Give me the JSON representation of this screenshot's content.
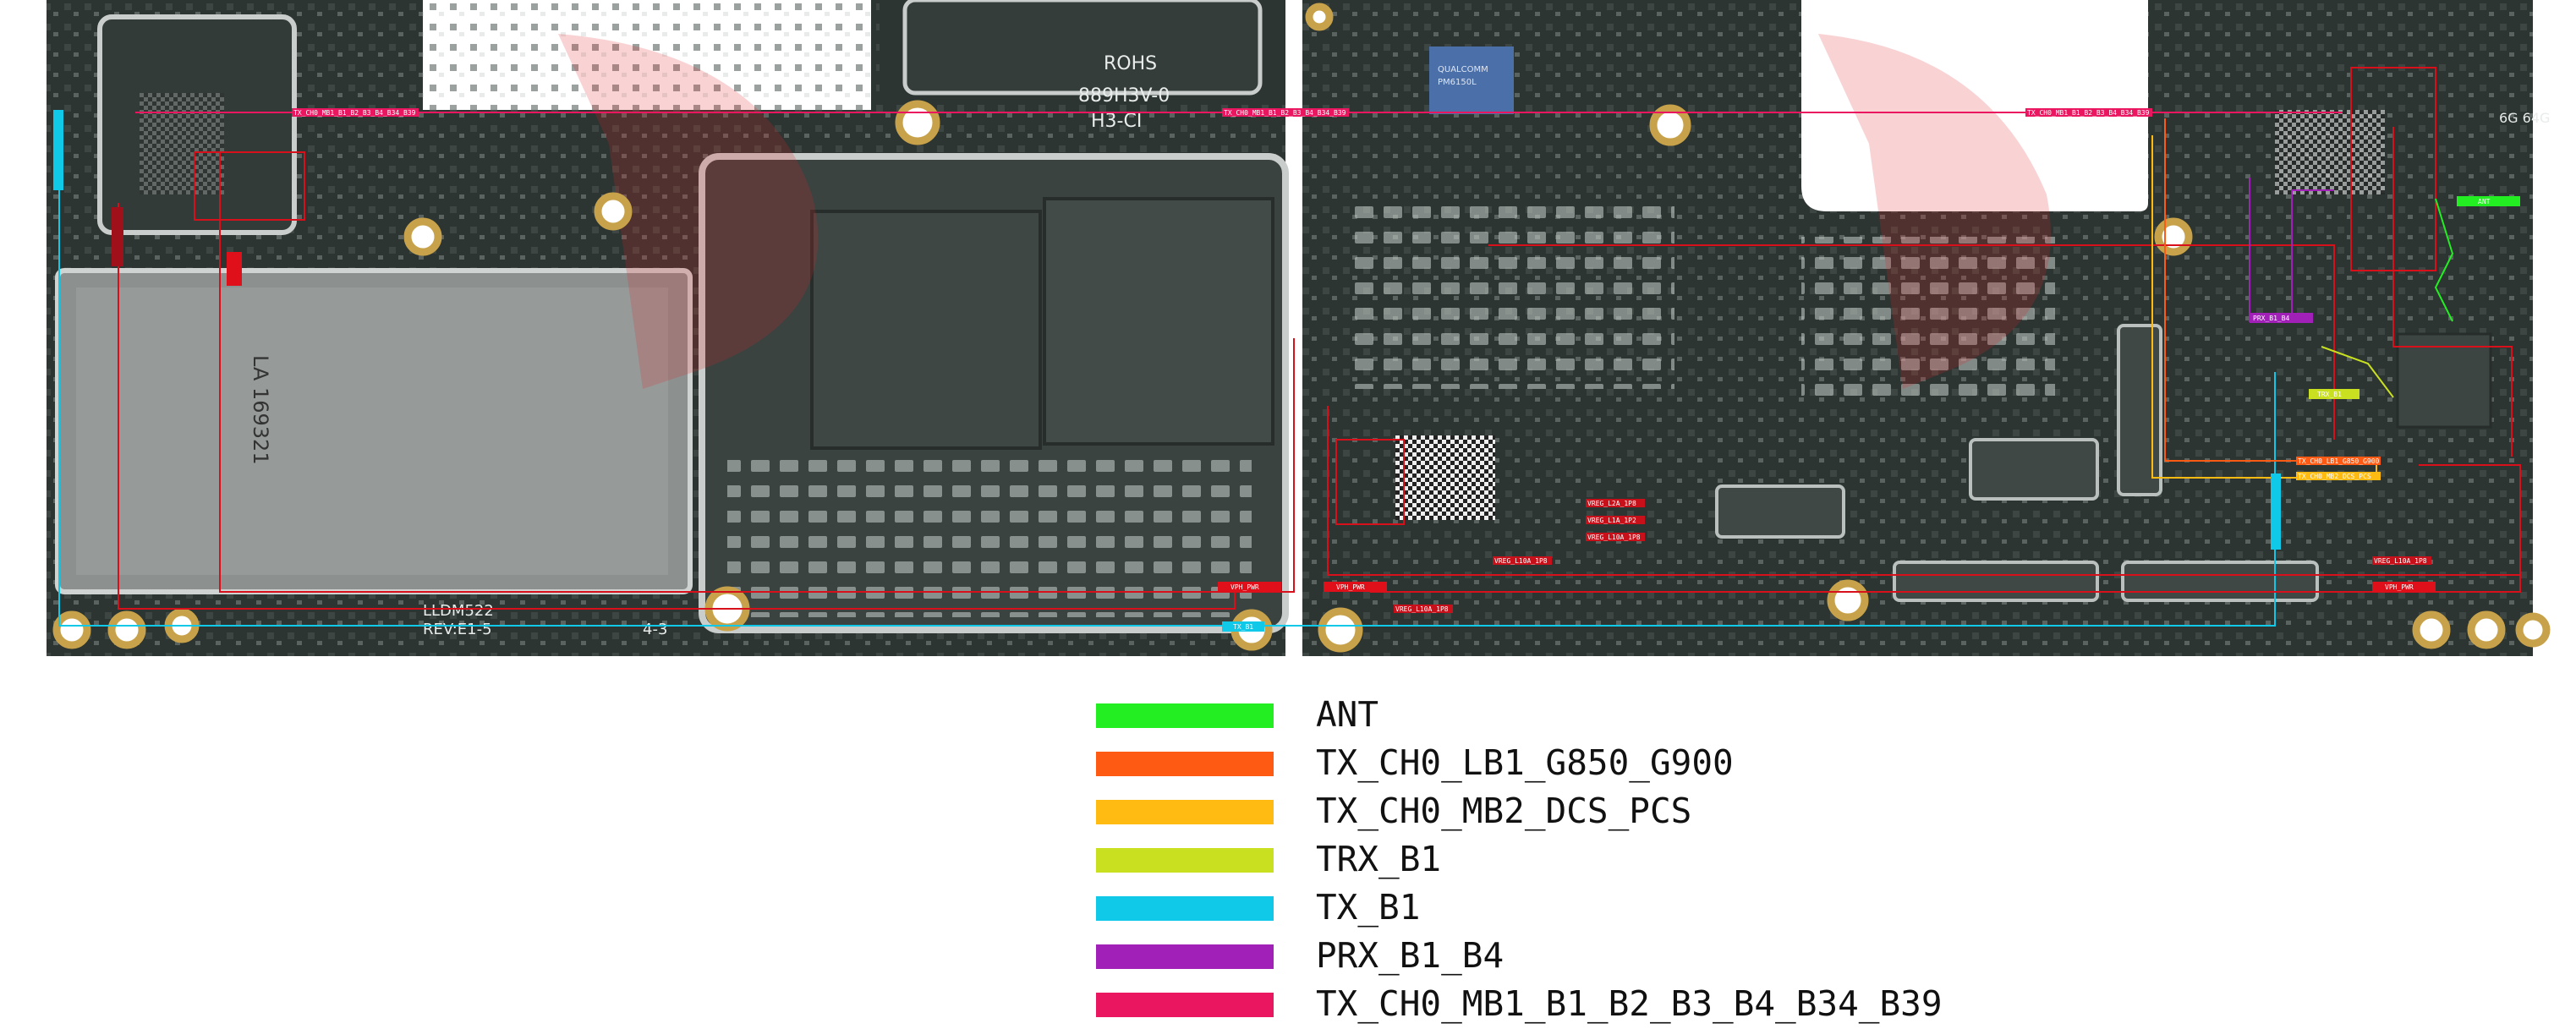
{
  "board_text": {
    "rohs": "ROHS",
    "board_code": "889H3V-0",
    "board_sub": "H3-CI",
    "qualcomm_chip": "QUALCOMM",
    "qualcomm_chip_model": "PM6150L",
    "lldm": "LLDM522",
    "rev": "REV:E1-5",
    "la": "LA 169321",
    "ram_badge": "6G 64G",
    "lot": "4-3"
  },
  "net_tags": {
    "tx_ch0_mb1": "TX_CH0_MB1_B1_B2_B3_B4_B34_B39",
    "tx_b1": "TX_B1",
    "vph_pwr": "VPH_PWR",
    "ant": "ANT",
    "prx_b1_b4": "PRX_B1_B4",
    "trx_b1": "TRX_B1",
    "tx_ch0_lb1": "TX_CH0_LB1_G850_G900",
    "tx_ch0_mb2": "TX_CH0_MB2_DCS_PCS",
    "vreg_l2a": "VREG_L2A_1P8",
    "vreg_l1a": "VREG_L1A_1P2",
    "vreg_l10a": "VREG_L10A_1P8"
  },
  "legend": [
    {
      "label": "ANT",
      "color": "#22ee22"
    },
    {
      "label": "TX_CH0_LB1_G850_G900",
      "color": "#ff5a14"
    },
    {
      "label": "TX_CH0_MB2_DCS_PCS",
      "color": "#ffbb11"
    },
    {
      "label": "TRX_B1",
      "color": "#c8e020"
    },
    {
      "label": "TX_B1",
      "color": "#10c8e8"
    },
    {
      "label": "PRX_B1_B4",
      "color": "#a020b8"
    },
    {
      "label": "TX_CH0_MB1_B1_B2_B3_B4_B34_B39",
      "color": "#ea1660"
    }
  ],
  "colors": {
    "pcb": "#2c3532",
    "pcb_dark": "#1f2725",
    "trace_red": "#d8101c",
    "trace_magenta": "#ea1660"
  }
}
